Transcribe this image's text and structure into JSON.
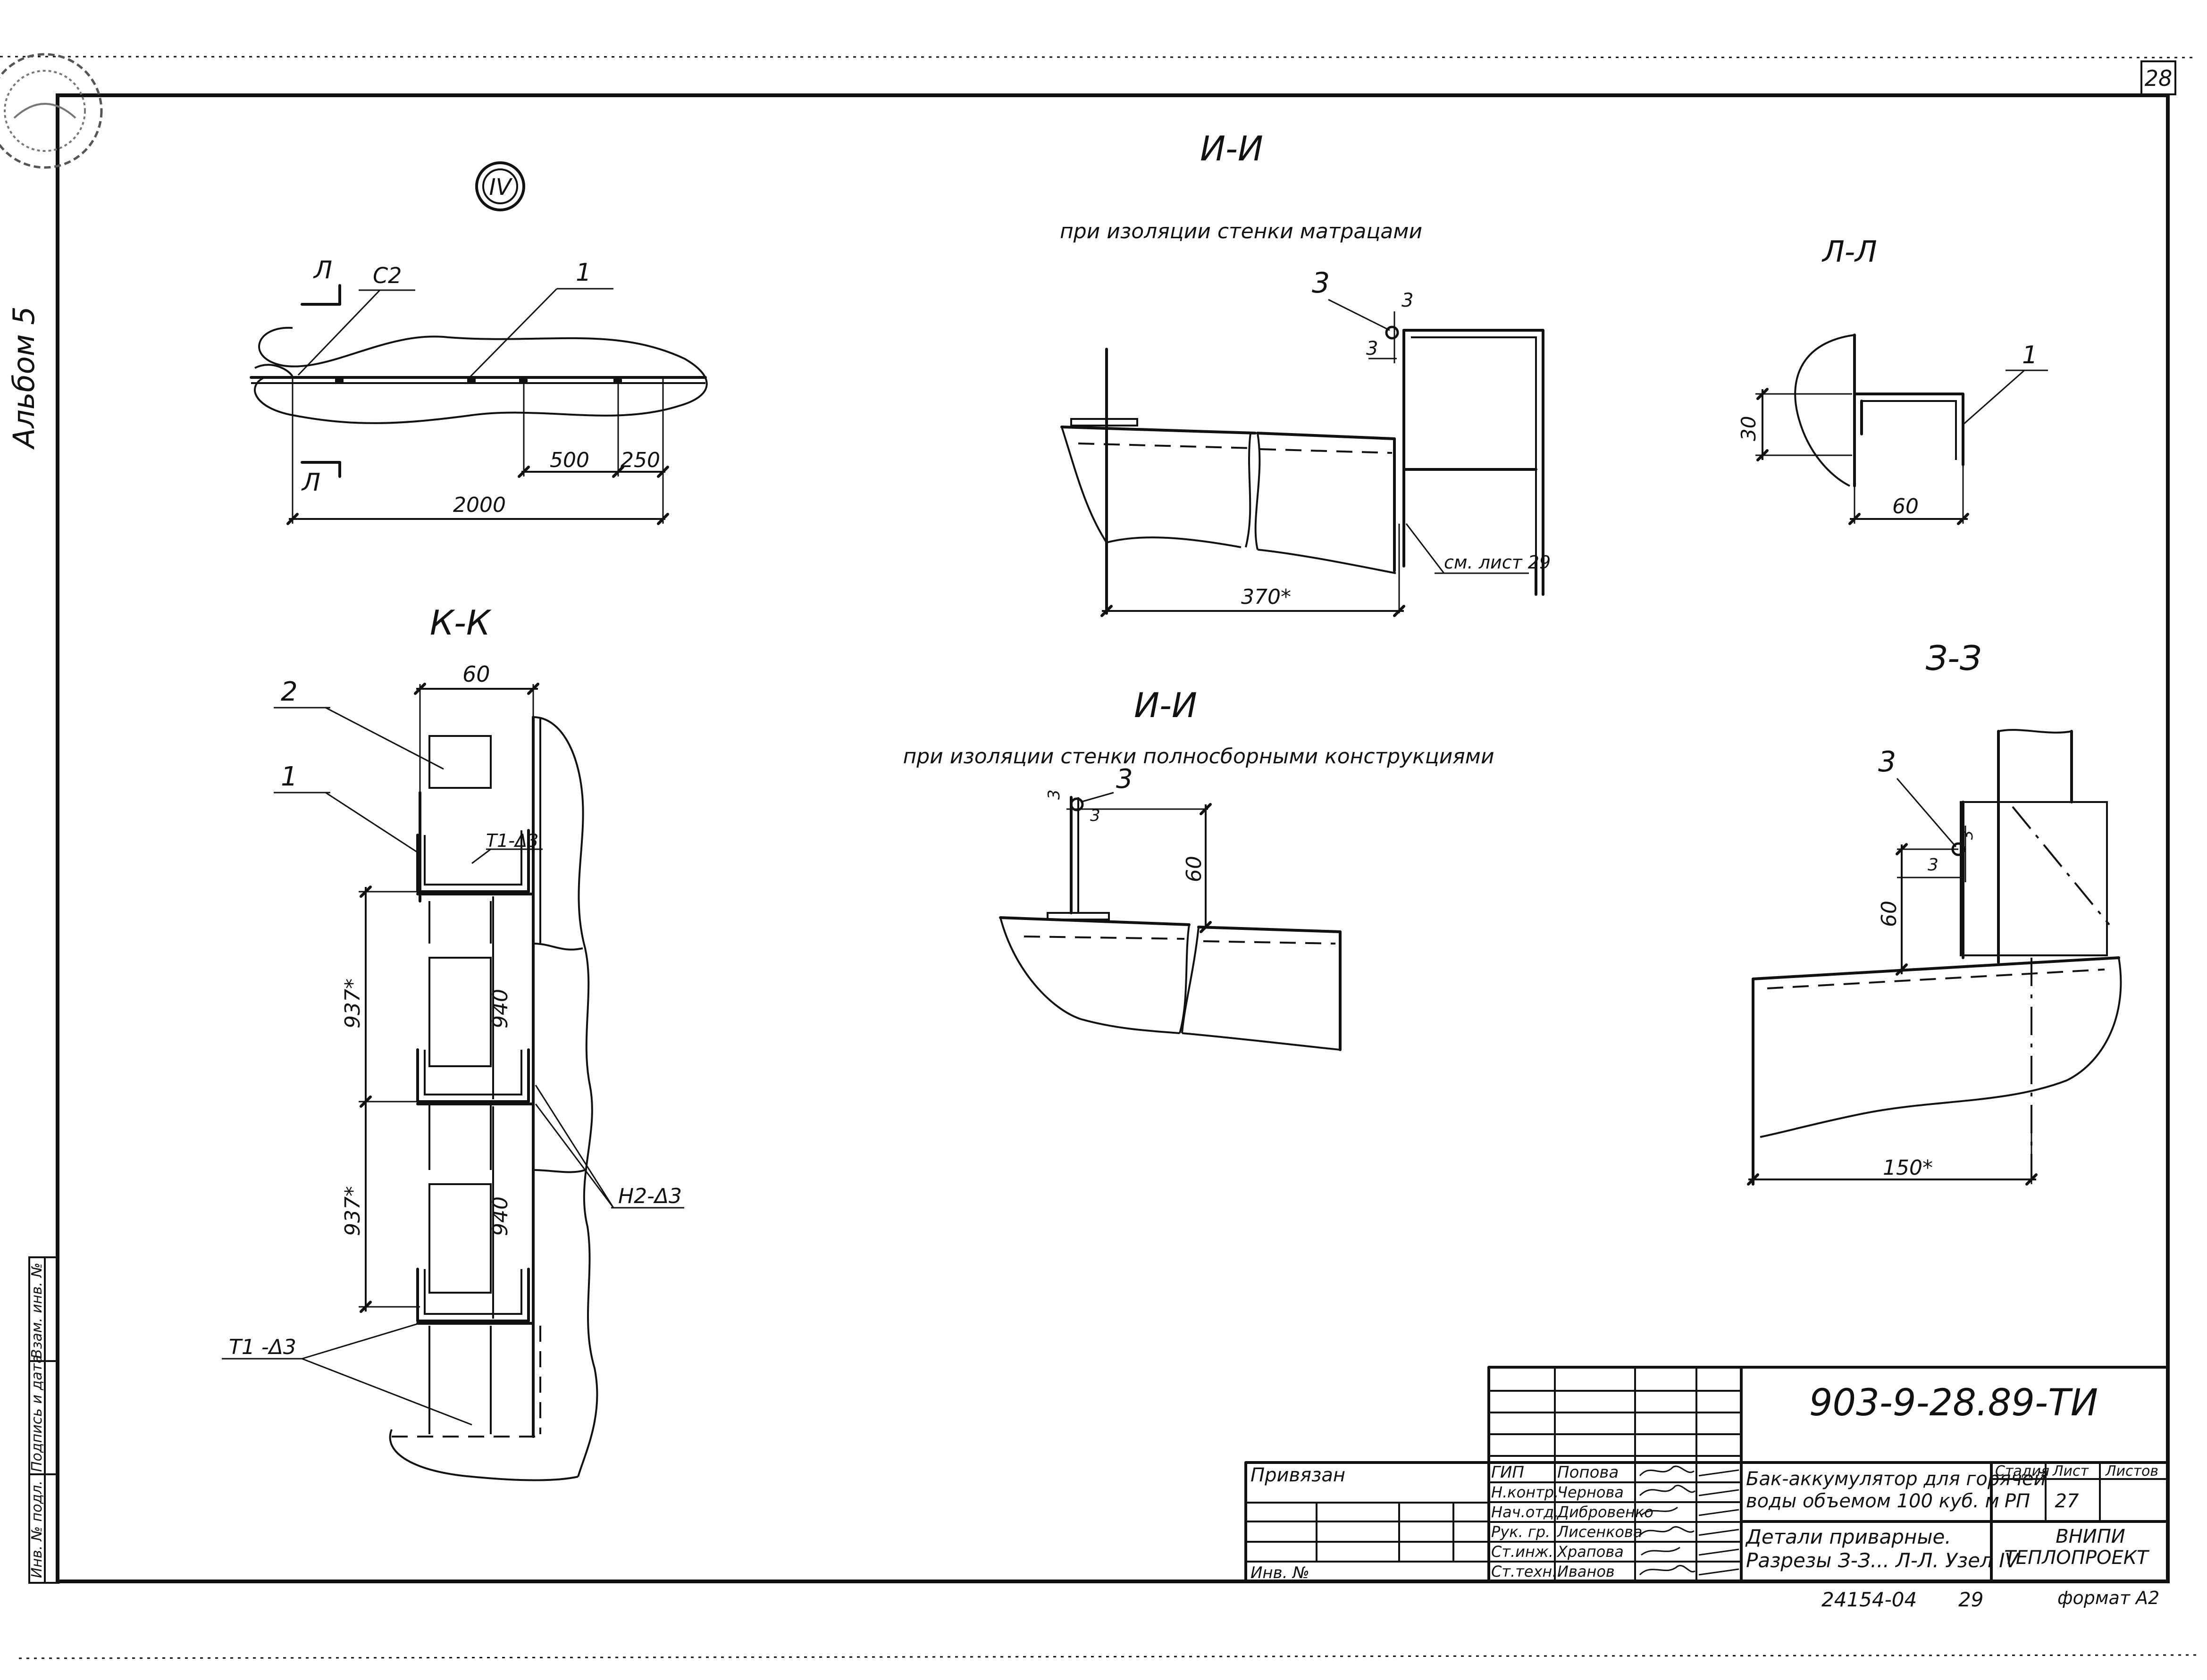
{
  "sheet": {
    "page_number": "28",
    "album": "Альбом 5",
    "side_stamp": {
      "cells": [
        "Инв. № подл.",
        "Подпись и дата",
        "Взам. инв. №"
      ]
    }
  },
  "node": {
    "marker": "IV",
    "cut_label_top": "Л",
    "cut_label_bottom": "Л",
    "weld": "С2",
    "pos": "1",
    "dim_500": "500",
    "dim_250": "250",
    "dim_2000": "2000"
  },
  "section_ii_top": {
    "title": "И-И",
    "subtitle": "при изоляции стенки матрацами",
    "pos": "3",
    "dim_a": "3",
    "dim_b": "3",
    "dim_370": "370*",
    "ref": "см. лист 29"
  },
  "section_ll": {
    "title": "Л-Л",
    "pos": "1",
    "dim_30": "30",
    "dim_60": "60"
  },
  "section_kk": {
    "title": "К-К",
    "dim_60": "60",
    "pos_2": "2",
    "pos_1": "1",
    "weld_t1_top": "Т1-Δ3",
    "dim_937_a": "937*",
    "dim_940_a": "940",
    "dim_937_b": "937*",
    "dim_940_b": "940",
    "weld_h2": "Н2-Δ3",
    "weld_t1_bottom": "Т1 -Δ3"
  },
  "section_ii_bottom": {
    "title": "И-И",
    "subtitle": "при изоляции стенки полносборными конструкциями",
    "pos": "3",
    "dim_a": "3",
    "dim_b": "3",
    "dim_60": "60"
  },
  "section_zz": {
    "title": "З-З",
    "pos": "3",
    "dim_3a": "3",
    "dim_3b": "3",
    "dim_60": "60",
    "dim_150": "150*"
  },
  "title_block": {
    "doc_code": "903-9-28.89-ТИ",
    "privyazan": "Привязан",
    "inv_no": "Инв. №",
    "roles": [
      "ГИП",
      "Н.контр.",
      "Нач.отд.",
      "Рук. гр.",
      "Ст.инж.",
      "Ст.техн."
    ],
    "names": [
      "Попова",
      "Чернова",
      "Дибровенко",
      "Лисенкова",
      "Храпова",
      "Иванов"
    ],
    "object_title_1": "Бак-аккумулятор для горячей",
    "object_title_2": "воды объемом 100 куб. м",
    "sheet_title_1": "Детали приварные.",
    "sheet_title_2": "Разрезы З-З... Л-Л. Узел IV",
    "stage_header": "Стадия",
    "sheet_header": "Лист",
    "sheets_header": "Листов",
    "stage": "РП",
    "sheet_no": "27",
    "sheets_total": "",
    "org_1": "ВНИПИ",
    "org_2": "ТЕПЛОПРОЕКТ",
    "archive_no": "24154-04",
    "archive_sheet": "29",
    "format": "формат А2"
  }
}
